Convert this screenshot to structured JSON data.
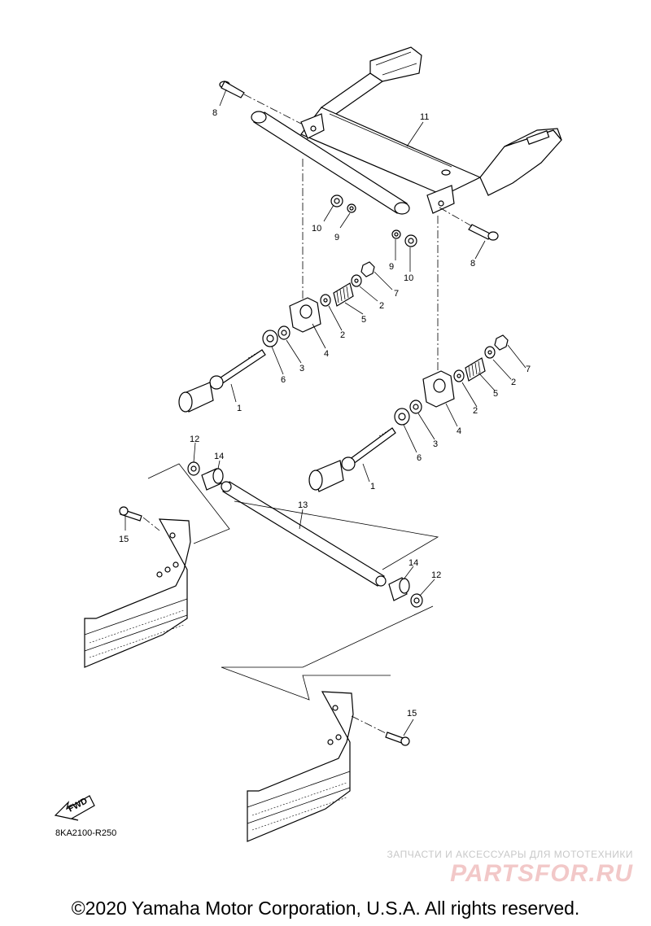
{
  "diagram": {
    "code": "8KA2100-R250",
    "fwd_label": "FWD",
    "callouts": [
      {
        "id": "c8a",
        "text": "8"
      },
      {
        "id": "c11",
        "text": "11"
      },
      {
        "id": "c10a",
        "text": "10"
      },
      {
        "id": "c9a",
        "text": "9"
      },
      {
        "id": "c9b",
        "text": "9"
      },
      {
        "id": "c10b",
        "text": "10"
      },
      {
        "id": "c8b",
        "text": "8"
      },
      {
        "id": "c7a",
        "text": "7"
      },
      {
        "id": "c2a",
        "text": "2"
      },
      {
        "id": "c5a",
        "text": "5"
      },
      {
        "id": "c2b",
        "text": "2"
      },
      {
        "id": "c4a",
        "text": "4"
      },
      {
        "id": "c3a",
        "text": "3"
      },
      {
        "id": "c6a",
        "text": "6"
      },
      {
        "id": "c1a",
        "text": "1"
      },
      {
        "id": "c2c",
        "text": "2"
      },
      {
        "id": "c7b",
        "text": "7"
      },
      {
        "id": "c5b",
        "text": "5"
      },
      {
        "id": "c2d",
        "text": "2"
      },
      {
        "id": "c4b",
        "text": "4"
      },
      {
        "id": "c3b",
        "text": "3"
      },
      {
        "id": "c6b",
        "text": "6"
      },
      {
        "id": "c1b",
        "text": "1"
      },
      {
        "id": "c12a",
        "text": "12"
      },
      {
        "id": "c14a",
        "text": "14"
      },
      {
        "id": "c13",
        "text": "13"
      },
      {
        "id": "c15a",
        "text": "15"
      },
      {
        "id": "c14b",
        "text": "14"
      },
      {
        "id": "c12b",
        "text": "12"
      },
      {
        "id": "c15b",
        "text": "15"
      }
    ]
  },
  "watermark": {
    "tagline": "ЗАПЧАСТИ И АКСЕССУАРЫ ДЛЯ МОТОТЕХНИКИ",
    "logo": "PARTSFOR.RU"
  },
  "copyright": "©2020 Yamaha Motor Corporation, U.S.A. All rights reserved."
}
